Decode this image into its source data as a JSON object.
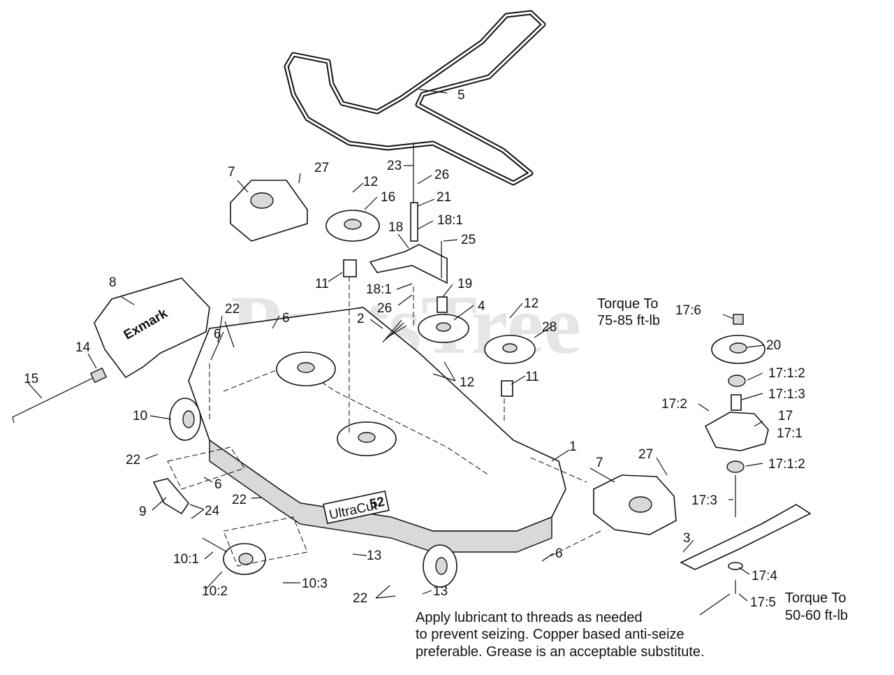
{
  "watermark": "PartsTree",
  "callouts": {
    "c1": "1",
    "c2": "2",
    "c3": "3",
    "c4": "4",
    "c5": "5",
    "c6a": "6",
    "c6b": "6",
    "c6c": "6",
    "c6d": "6",
    "c7a": "7",
    "c7b": "7",
    "c8": "8",
    "c9": "9",
    "c10": "10",
    "c10_1": "10:1",
    "c10_2": "10:2",
    "c10_3": "10:3",
    "c11a": "11",
    "c11b": "11",
    "c12a": "12",
    "c12b": "12",
    "c12c": "12",
    "c13a": "13",
    "c13b": "13",
    "c14": "14",
    "c15": "15",
    "c16": "16",
    "c17": "17",
    "c17_1": "17:1",
    "c17_1_2a": "17:1:2",
    "c17_1_2b": "17:1:2",
    "c17_1_3": "17:1:3",
    "c17_2": "17:2",
    "c17_3": "17:3",
    "c17_4": "17:4",
    "c17_5": "17:5",
    "c17_6": "17:6",
    "c18": "18",
    "c18_1a": "18:1",
    "c18_1b": "18:1",
    "c19": "19",
    "c20": "20",
    "c21": "21",
    "c22a": "22",
    "c22b": "22",
    "c22c": "22",
    "c22d": "22",
    "c23": "23",
    "c24": "24",
    "c25": "25",
    "c26a": "26",
    "c26b": "26",
    "c27a": "27",
    "c27b": "27",
    "c28": "28"
  },
  "notes": {
    "torque1_l1": "Torque To",
    "torque1_l2": "75-85 ft-lb",
    "torque2_l1": "Torque To",
    "torque2_l2": "50-60 ft-lb",
    "lube_l1": "Apply lubricant to threads as needed",
    "lube_l2": "to prevent seizing. Copper based anti-seize",
    "lube_l3": "preferable. Grease is an acceptable substitute."
  },
  "labels": {
    "deck_brand": "UltraCut",
    "deck_size": "52",
    "cover_brand": "Exmark"
  }
}
